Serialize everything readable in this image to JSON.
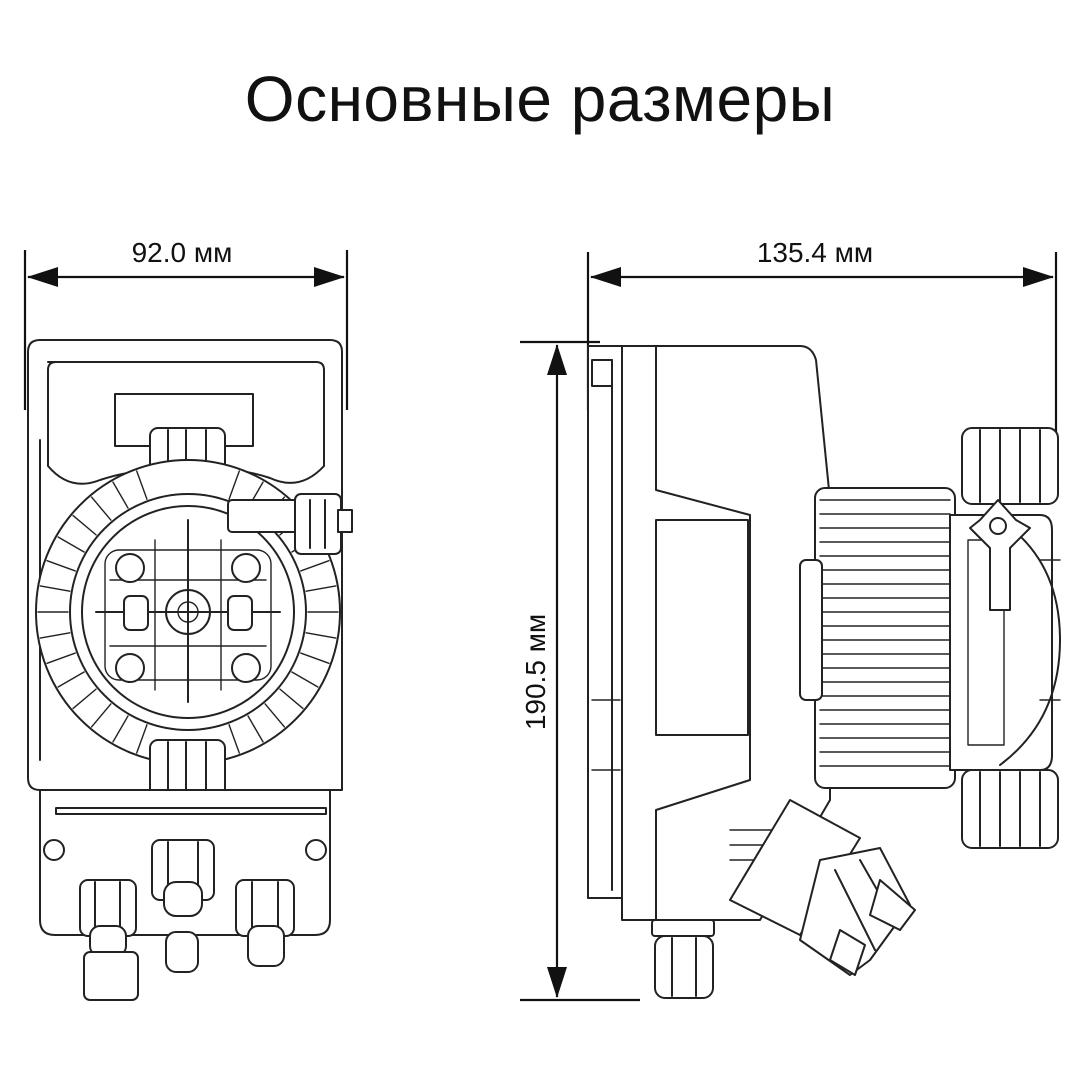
{
  "title": "Основные размеры",
  "dimensions": {
    "width": "92.0 мм",
    "depth": "135.4 мм",
    "height": "190.5 мм"
  }
}
